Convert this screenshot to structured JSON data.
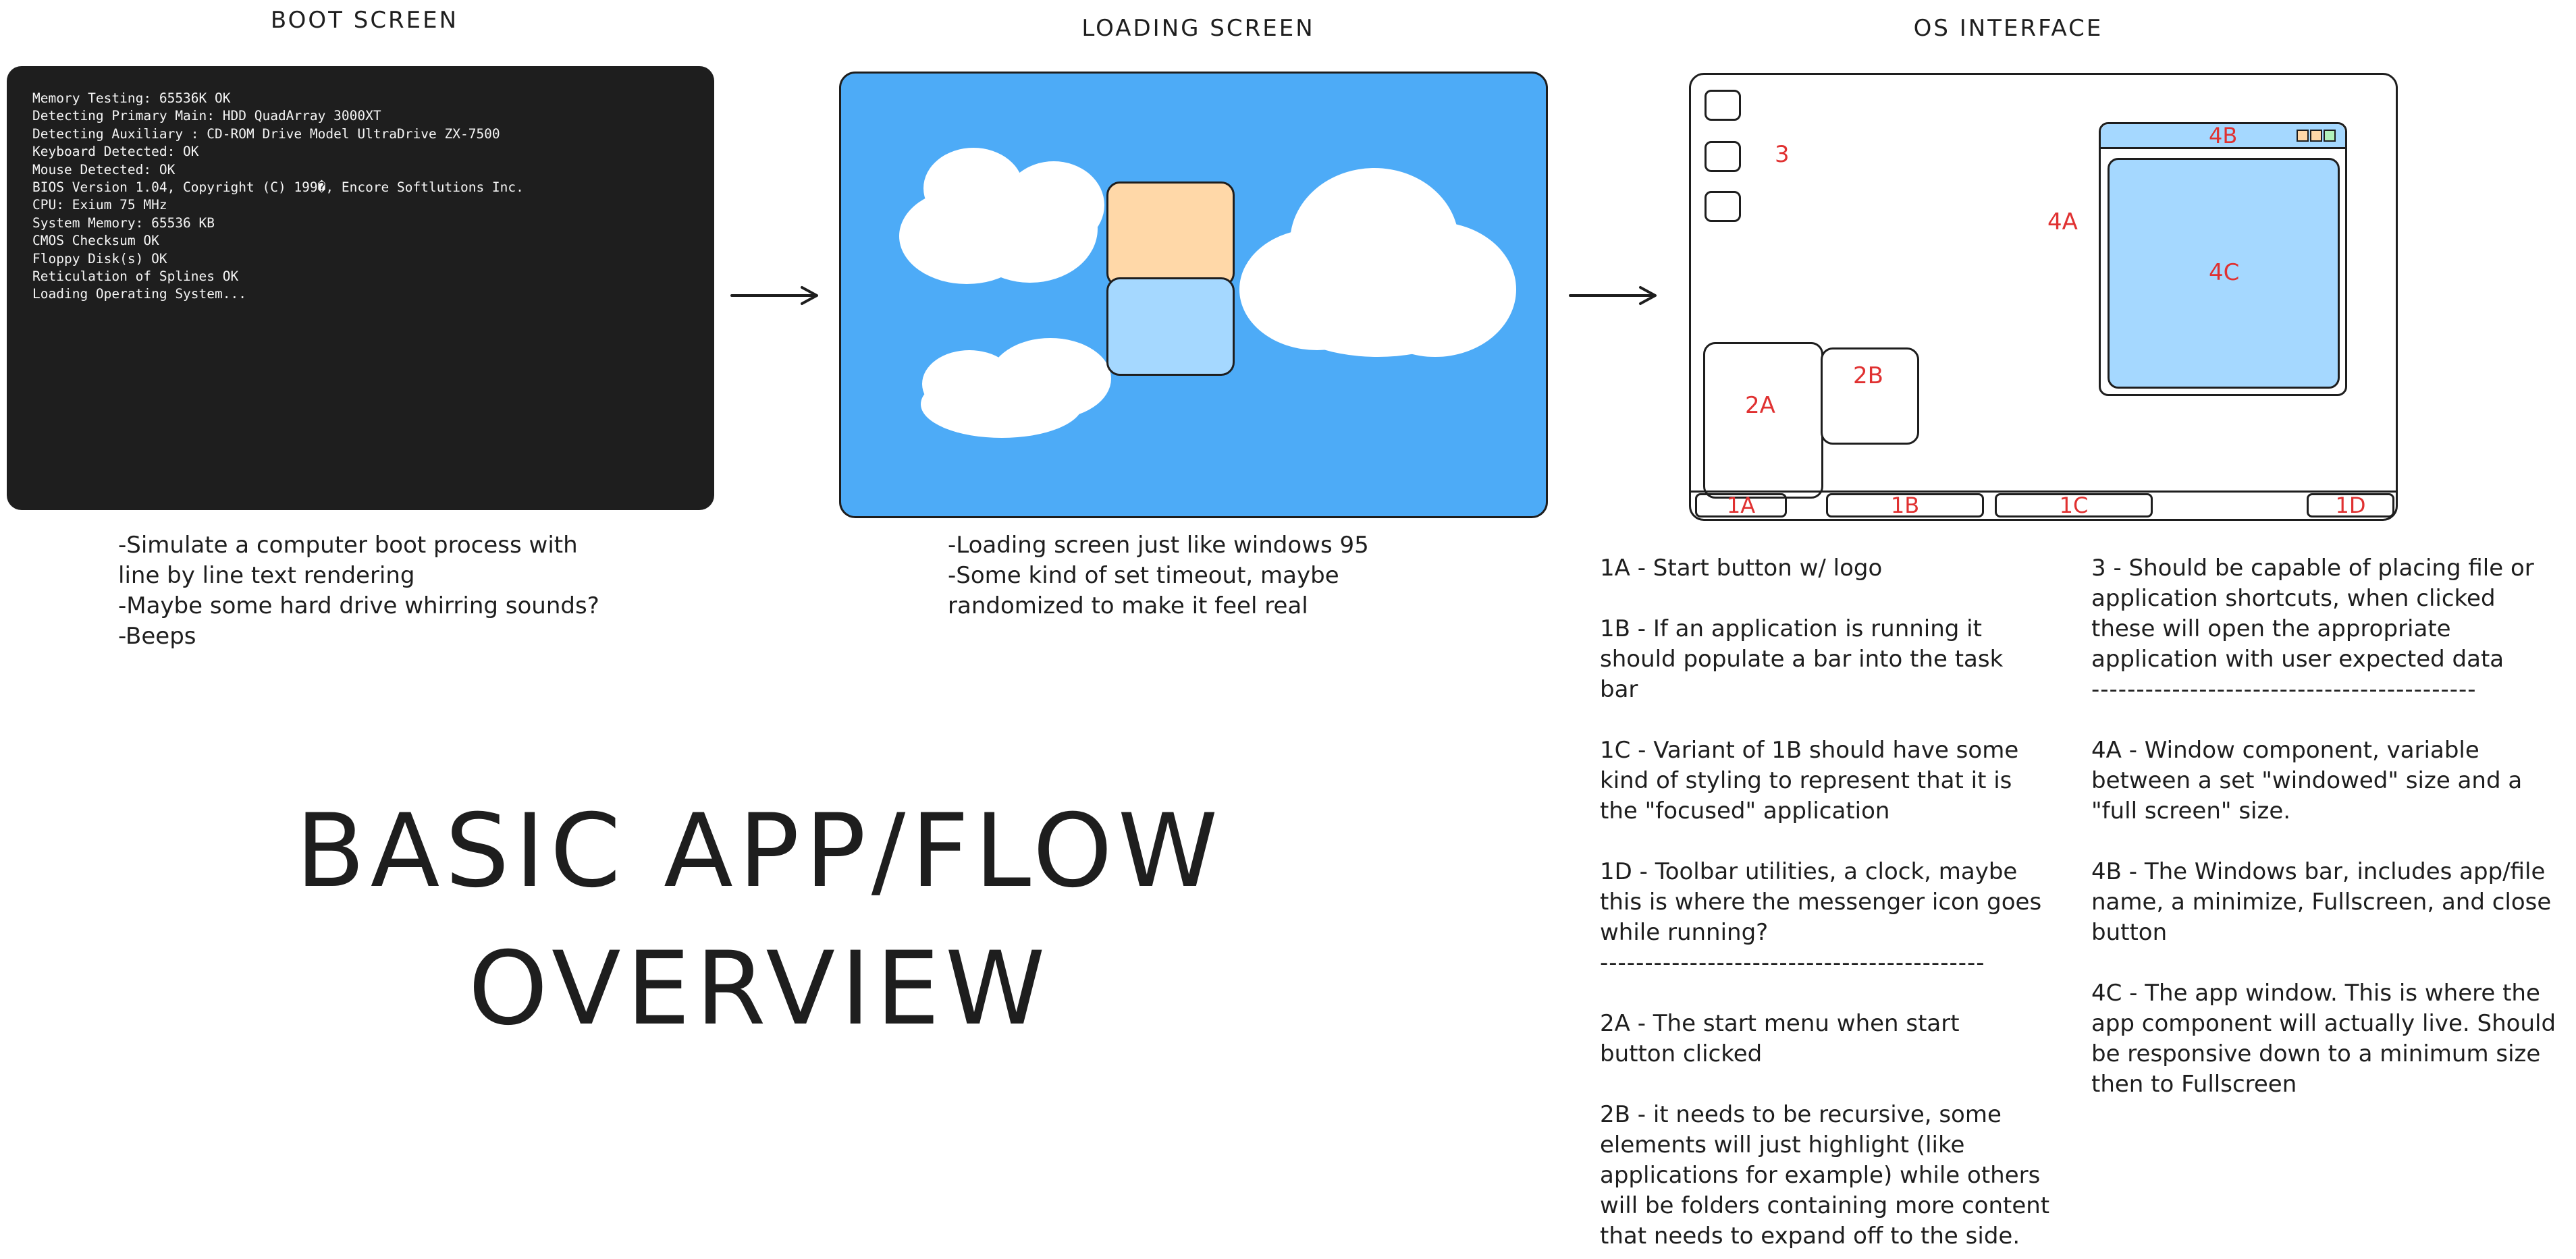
{
  "headings": {
    "boot": "BOOT SCREEN",
    "loading": "LOADING SCREEN",
    "os": "OS INTERFACE"
  },
  "boot_screen": {
    "lines": [
      "Memory Testing: 65536K OK",
      "Detecting Primary Main: HDD QuadArray 3000XT",
      "Detecting Auxiliary : CD-ROM Drive Model UltraDrive ZX-7500",
      "Keyboard Detected: OK",
      "Mouse Detected: OK",
      "BIOS Version 1.04, Copyright (C) 199�, Encore Softlutions Inc.",
      "CPU: Exium 75 MHz",
      "System Memory: 65536 KB",
      "CMOS Checksum OK",
      "Floppy Disk(s) OK",
      "Reticulation of Splines OK",
      "Loading Operating System..."
    ]
  },
  "notes": {
    "boot": [
      "-Simulate a computer boot process with",
      "line by line text rendering",
      "-Maybe some hard drive whirring sounds?",
      "-Beeps"
    ],
    "loading": [
      "-Loading screen just like windows 95",
      "-Some kind of set timeout, maybe",
      "randomized to make it feel real"
    ]
  },
  "os_labels": {
    "icons": "3",
    "window": "4A",
    "titlebar": "4B",
    "content": "4C",
    "start_menu": "2A",
    "submenu": "2B",
    "start_button": "1A",
    "task_1": "1B",
    "task_2": "1C",
    "tray": "1D"
  },
  "title": {
    "line1": "BASIC APP/FLOW",
    "line2": "OVERVIEW"
  },
  "descriptions": {
    "left": [
      "1A - Start button w/ logo",
      "",
      "1B - If an application is running it",
      "should populate a bar into the task",
      "bar",
      "",
      "1C - Variant of 1B should have some",
      "kind of styling to represent that it is",
      "the \"focused\" application",
      "",
      "1D - Toolbar utilities, a clock, maybe",
      "this is where the messenger icon goes",
      "while running?",
      "-------------------------------------------",
      "",
      "2A - The start menu when start",
      "button clicked",
      "",
      "2B - it needs to be recursive, some",
      "elements will just highlight (like",
      "applications for example) while others",
      "will be folders containing more content",
      "that needs to expand off to the side."
    ],
    "right": [
      "3 - Should be capable of placing file or",
      "application shortcuts, when clicked",
      "these will open the appropriate",
      "application with user expected data",
      "-------------------------------------------",
      "",
      "4A - Window component, variable",
      "between a set \"windowed\" size and a",
      "\"full screen\" size.",
      "",
      "4B - The Windows bar, includes app/file",
      "name, a minimize, Fullscreen, and close",
      "button",
      "",
      "4C - The app window. This is where the",
      "app component will actually live. Should",
      "be responsive down to a minimum size",
      "then to Fullscreen"
    ]
  },
  "colors": {
    "boot_bg": "#1e1e1e",
    "sky": "#4dabf7",
    "orange_block": "#ffd8a8",
    "blue_block": "#a5d8ff",
    "label_red": "#e03131",
    "titlebar_blue": "#a5d8ff"
  }
}
